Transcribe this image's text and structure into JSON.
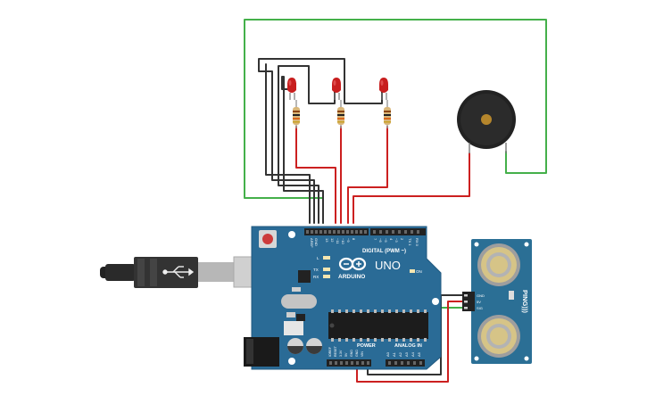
{
  "board": {
    "brand": "ARDUINO",
    "model": "UNO",
    "digital_label": "DIGITAL (PWM ~)",
    "power_label": "POWER",
    "analog_label": "ANALOG IN",
    "on_label": "ON",
    "led_l": "L",
    "led_tx": "TX",
    "led_rx": "RX",
    "top_pins": [
      "AREF",
      "GND",
      "13",
      "12",
      "~11",
      "~10",
      "~9",
      "8",
      "7",
      "~6",
      "~5",
      "4",
      "~3",
      "2",
      "TX 1",
      "RX 0"
    ],
    "power_pins": [
      "IOREF",
      "RESET",
      "3.3V",
      "5V",
      "GND",
      "GND",
      "VIN"
    ],
    "analog_pins": [
      "A0",
      "A1",
      "A2",
      "A3",
      "A4",
      "A5"
    ]
  },
  "sensor": {
    "name": "PING)))",
    "pins": [
      "GND",
      "5V",
      "SIG"
    ],
    "colors": {
      "board": "#2b6f95",
      "transducer": "#d6c487"
    }
  },
  "components": {
    "leds": 3,
    "resistors": 3,
    "buzzer": 1,
    "usb_cable": 1
  },
  "colors": {
    "board": "#2a6b96",
    "wire_green": "#44b04a",
    "wire_red": "#cc2020",
    "wire_black": "#333333",
    "led": "#c81e1e",
    "buzzer": "#222222",
    "buzzer_center": "#b5862c"
  }
}
